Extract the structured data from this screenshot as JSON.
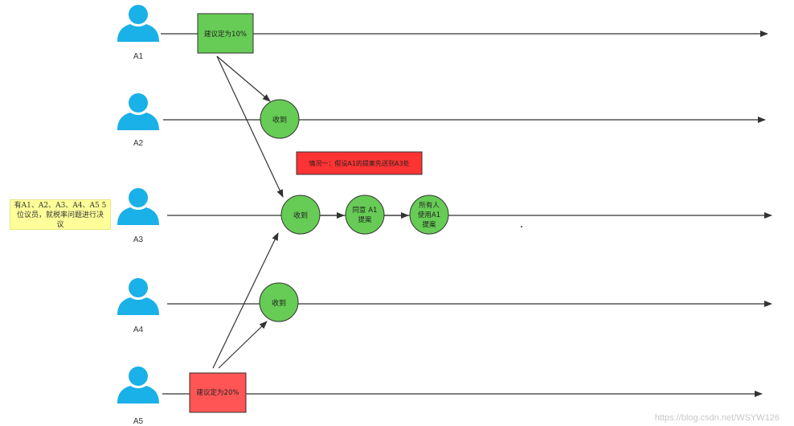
{
  "participants": [
    "A1",
    "A2",
    "A3",
    "A4",
    "A5"
  ],
  "boxes": {
    "a1_proposal": "建议定为10%",
    "a5_proposal": "建议定为20%",
    "scenario": "情况一：假设A1的提案先送到A3处"
  },
  "circles": {
    "a2_received": "收到",
    "a3_received": "收到",
    "a4_received": "收到",
    "agree_line1": "同意 A1",
    "agree_line2": "提案",
    "all_line1": "所有人",
    "all_line2": "使用A1",
    "all_line3": "提案"
  },
  "note": {
    "line1": "有A1、A2、A3、A4、A5 5",
    "line2": "位议员，就税率问题进行决",
    "line3": "议"
  },
  "watermark": "https://blog.csdn.net/WSYW126",
  "colors": {
    "green": "#66cc55",
    "red": "#ff5555",
    "user_blue": "#1ab0e8",
    "note_yellow": "#ffff99"
  }
}
